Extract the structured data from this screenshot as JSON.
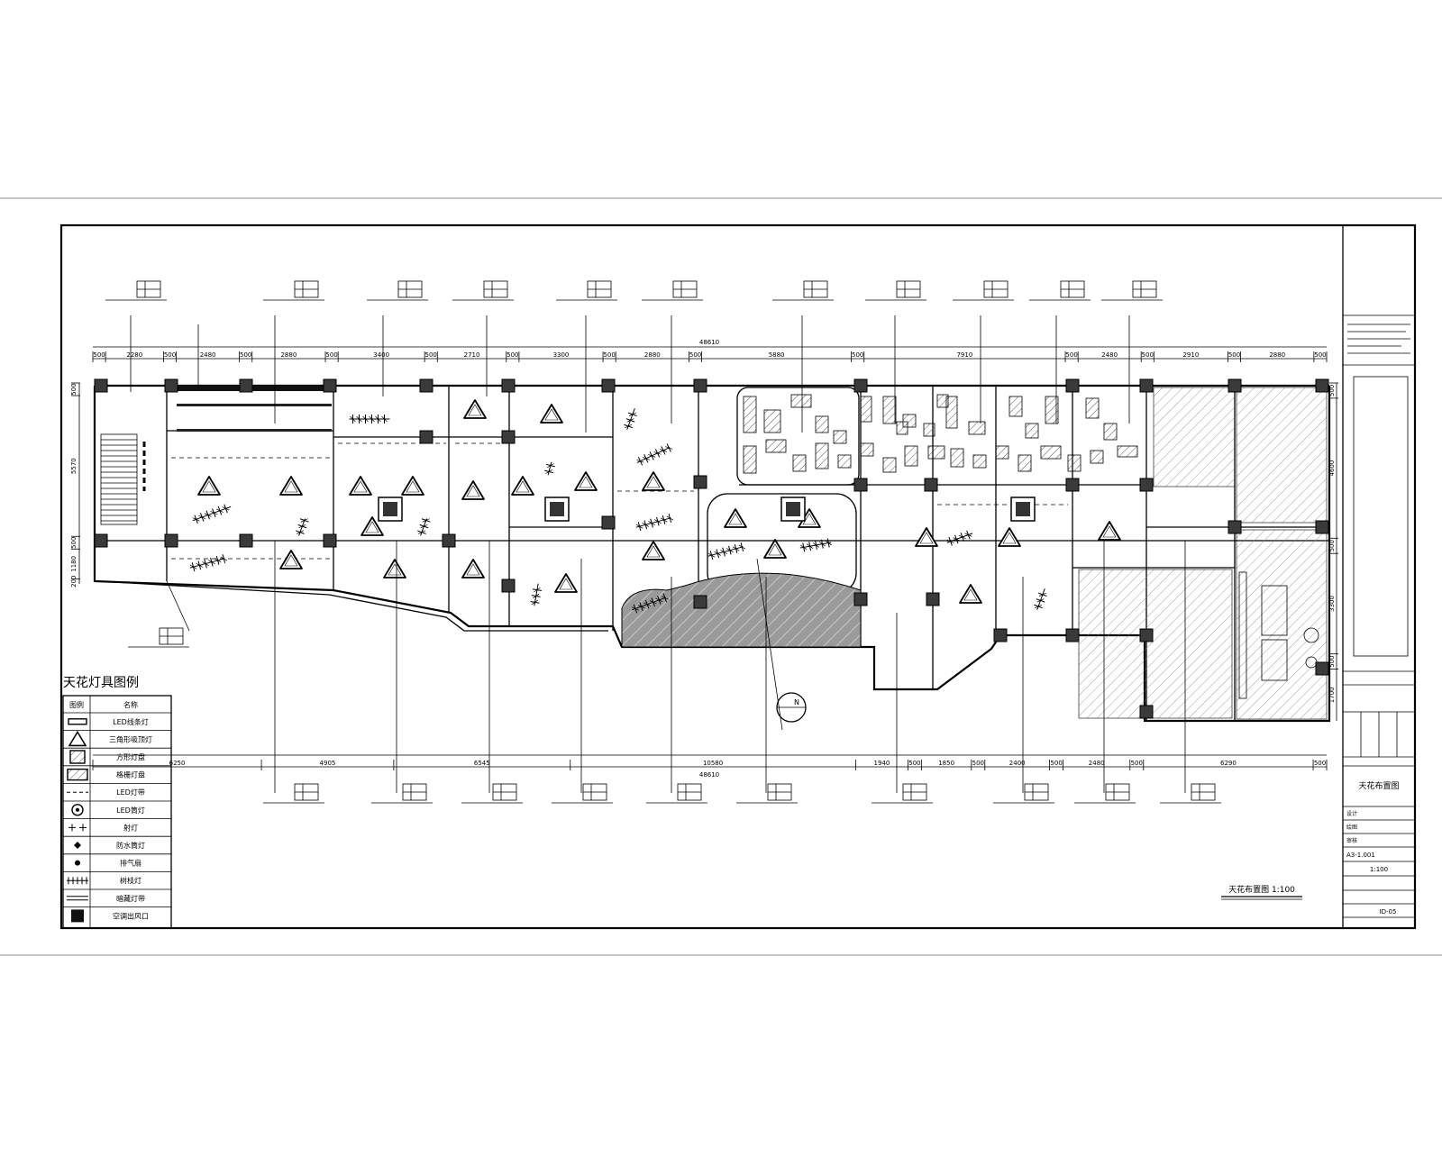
{
  "legend": {
    "title": "天花灯具图例",
    "col_symbol": "图例",
    "col_name": "名称",
    "items": [
      {
        "icon": "linear-light-icon",
        "name": "LED线条灯"
      },
      {
        "icon": "triangle-light-icon",
        "name": "三角形吸顶灯"
      },
      {
        "icon": "square-panel-icon",
        "name": "方形灯盘"
      },
      {
        "icon": "hatched-panel-icon",
        "name": "格栅灯盘"
      },
      {
        "icon": "dashed-line-icon",
        "name": "LED灯带"
      },
      {
        "icon": "circle-downlight-icon",
        "name": "LED筒灯"
      },
      {
        "icon": "cross-icon",
        "name": "射灯"
      },
      {
        "icon": "diamond-spot-icon",
        "name": "防水筒灯"
      },
      {
        "icon": "star-icon",
        "name": "排气扇"
      },
      {
        "icon": "branch-light-icon",
        "name": "树枝灯"
      },
      {
        "icon": "double-line-icon",
        "name": "暗藏灯带"
      },
      {
        "icon": "black-square-icon",
        "name": "空调出风口"
      }
    ]
  },
  "dimensions": {
    "total": "48610",
    "top": [
      "500",
      "2280",
      "500",
      "2480",
      "500",
      "2880",
      "500",
      "3400",
      "500",
      "2710",
      "500",
      "3300",
      "500",
      "2880",
      "500",
      "5880",
      "500",
      "7910",
      "500",
      "2480",
      "500",
      "2910",
      "500",
      "2880",
      "500"
    ],
    "bottom": [
      "6250",
      "4905",
      "6545",
      "10580",
      "1940",
      "500",
      "1850",
      "500",
      "2400",
      "500",
      "2480",
      "500",
      "6290",
      "500"
    ],
    "left": [
      "500",
      "5570",
      "500",
      "1180",
      "200"
    ],
    "right": [
      "500",
      "4600",
      "500",
      "3300",
      "500",
      "1700"
    ]
  },
  "drawing": {
    "caption": "天花布置图 1:100",
    "north": "N"
  },
  "title_block": {
    "drawing_name": "天花布置图",
    "drawing_no": "A3-1.001",
    "sheet": "ID-05",
    "designer": "设计",
    "drawn": "绘图",
    "checked": "审核",
    "scale": "1:100"
  }
}
